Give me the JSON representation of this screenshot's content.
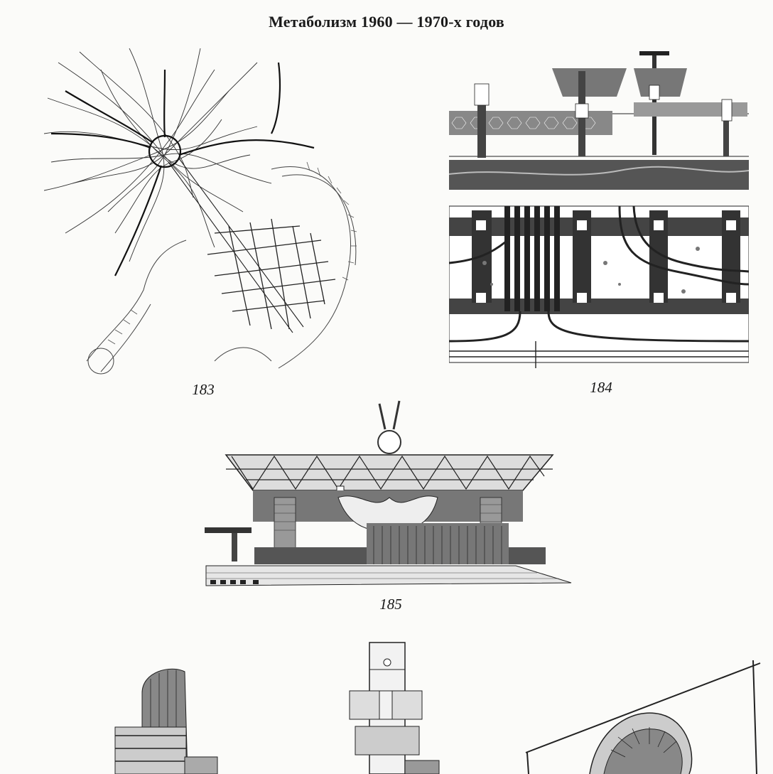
{
  "page": {
    "title": "Метаболизм 1960 — 1970-х годов"
  },
  "figures": [
    {
      "id": "fig-183",
      "caption": "183"
    },
    {
      "id": "fig-184",
      "caption": "184"
    },
    {
      "id": "fig-185",
      "caption": "185"
    }
  ],
  "colors": {
    "ink": "#1a1a1a",
    "paper": "#fbfbf9",
    "shade": "#555555"
  }
}
